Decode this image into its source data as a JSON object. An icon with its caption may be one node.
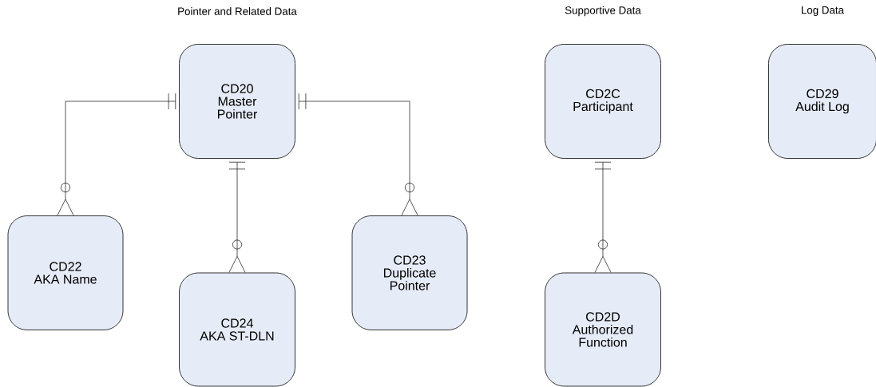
{
  "diagram": {
    "nodes": [
      {
        "text": [
          "CD20",
          "Master Pointer"
        ]
      },
      {
        "text": [
          "CD2C",
          "Participant"
        ]
      },
      {
        "text": [
          "CD29",
          "Audit Log"
        ]
      },
      {
        "text": [
          "CD22",
          "AKA Name"
        ]
      },
      {
        "text": [
          "CD23",
          "Duplicate Pointer"
        ]
      },
      {
        "text": [
          "CD24",
          "AKA ST-DLN"
        ]
      },
      {
        "text": [
          "CD2D",
          "Authorized Function"
        ]
      }
    ],
    "edges": [
      {
        "from": 0,
        "to": 3,
        "arrow": "other"
      },
      {
        "from": 0,
        "to": 5,
        "arrow": "other"
      },
      {
        "from": 0,
        "to": 4,
        "arrow": "other"
      },
      {
        "from": 1,
        "to": 6,
        "arrow": "other"
      }
    ],
    "labels": [
      "Pointer and Related Data",
      "Supportive Data",
      "Log Data"
    ]
  }
}
